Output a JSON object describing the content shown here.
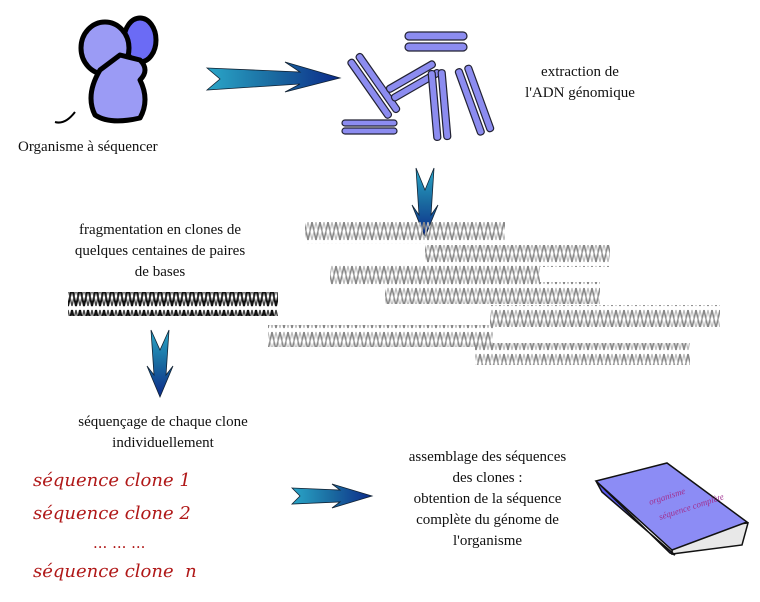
{
  "organism_label": "Organisme à séquencer",
  "extraction_label": [
    "extraction de",
    "l'ADN génomique"
  ],
  "fragmentation_label": [
    "fragmentation en clones de",
    "quelques centaines de paires",
    "de bases"
  ],
  "sequencing_label": [
    "séquençage de chaque clone",
    "individuellement"
  ],
  "clone_sequences": [
    "séquence clone 1",
    "séquence clone 2",
    "... ... ...",
    "séquence clone  n"
  ],
  "assembly_label": [
    "assemblage des séquences",
    "des clones :",
    "obtention de la séquence",
    "complète du génome de",
    "l'organisme"
  ],
  "book_cover_text": "organisme : séquence complète",
  "colors": {
    "organism": "#9b9bf5",
    "chromosome": "#8c8cf0",
    "arrow": "#1a5fa0",
    "dna_strand": "#8a8a8a",
    "clone_text": "#b01818",
    "book": "#8c8cf5"
  }
}
